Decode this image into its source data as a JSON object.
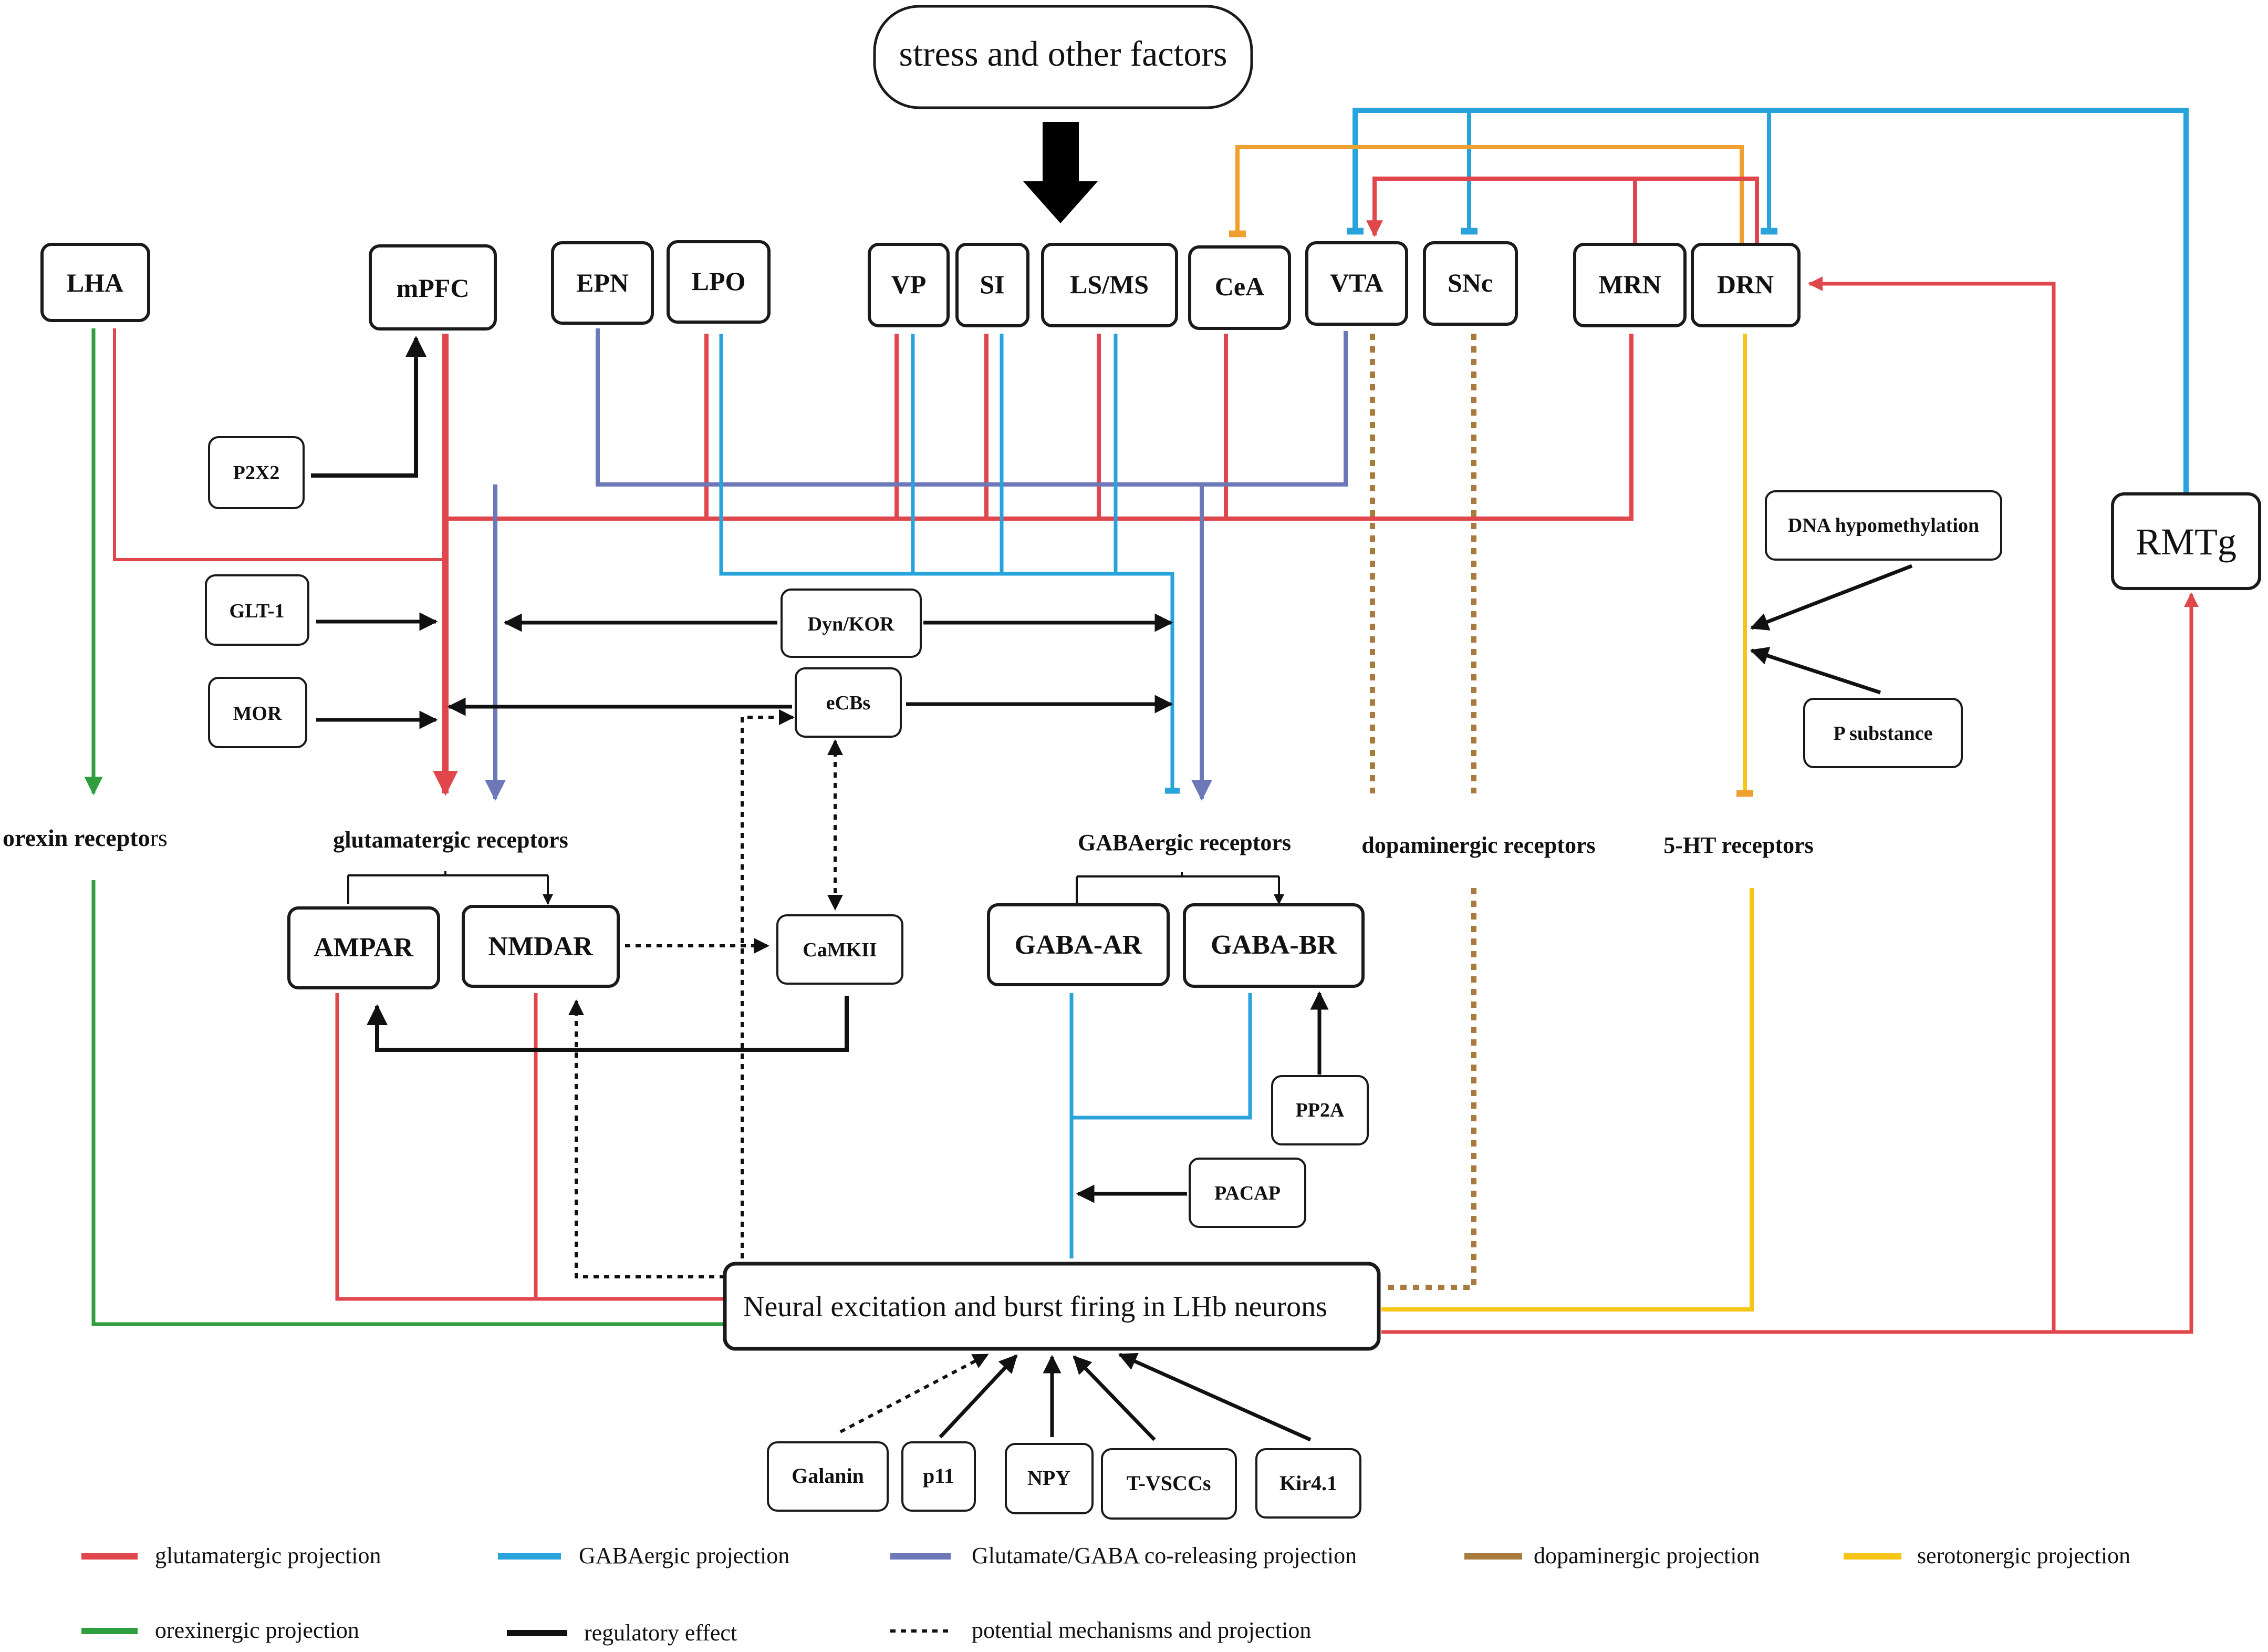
{
  "colors": {
    "glutamatergic": "#e0474c",
    "gabaergic": "#29a3dc",
    "corelease": "#6c78b8",
    "dopaminergic": "#a87a3e",
    "serotonergic": "#f5c518",
    "orexinergic": "#2e9e3e",
    "regulatory": "#111111"
  },
  "top": {
    "stress": "stress and other factors"
  },
  "regions": {
    "lha": "LHA",
    "mpfc": "mPFC",
    "epn": "EPN",
    "lpo": "LPO",
    "vp": "VP",
    "si": "SI",
    "lsms": "LS/MS",
    "cea": "CeA",
    "vta": "VTA",
    "snc": "SNc",
    "mrn": "MRN",
    "drn": "DRN",
    "rmtg": "RMTg"
  },
  "modulators": {
    "p2x2": "P2X2",
    "glt1": "GLT-1",
    "mor": "MOR",
    "dynkor": "Dyn/KOR",
    "ecbs": "eCBs",
    "camkii": "CaMKII",
    "dna": "DNA hypomethylation",
    "psub": "P substance",
    "pp2a": "PP2A",
    "pacap": "PACAP"
  },
  "receptors": {
    "orexin_a": "orexin recepto",
    "orexin_b": "rs",
    "glutamatergic": "glutamatergic receptors",
    "gabaergic": "GABAergic receptors",
    "dopaminergic": "dopaminergic receptors",
    "serotonin": "5-HT receptors",
    "ampar": "AMPAR",
    "nmdar": "NMDAR",
    "gabaar": "GABA-AR",
    "gababr": "GABA-BR"
  },
  "center": {
    "lhb": "Neural excitation and burst firing in LHb neurons"
  },
  "bottom": {
    "galanin": "Galanin",
    "p11": "p11",
    "npy": "NPY",
    "tvscc": "T-VSCCs",
    "kir41": "Kir4.1"
  },
  "legend": {
    "glutamatergic": "glutamatergic projection",
    "gabaergic": "GABAergic projection",
    "corelease": "Glutamate/GABA co-releasing projection",
    "dopaminergic": "dopaminergic projection",
    "serotonergic": "serotonergic projection",
    "orexinergic": "orexinergic projection",
    "regulatory": "regulatory effect",
    "potential": "potential mechanisms and projection"
  }
}
